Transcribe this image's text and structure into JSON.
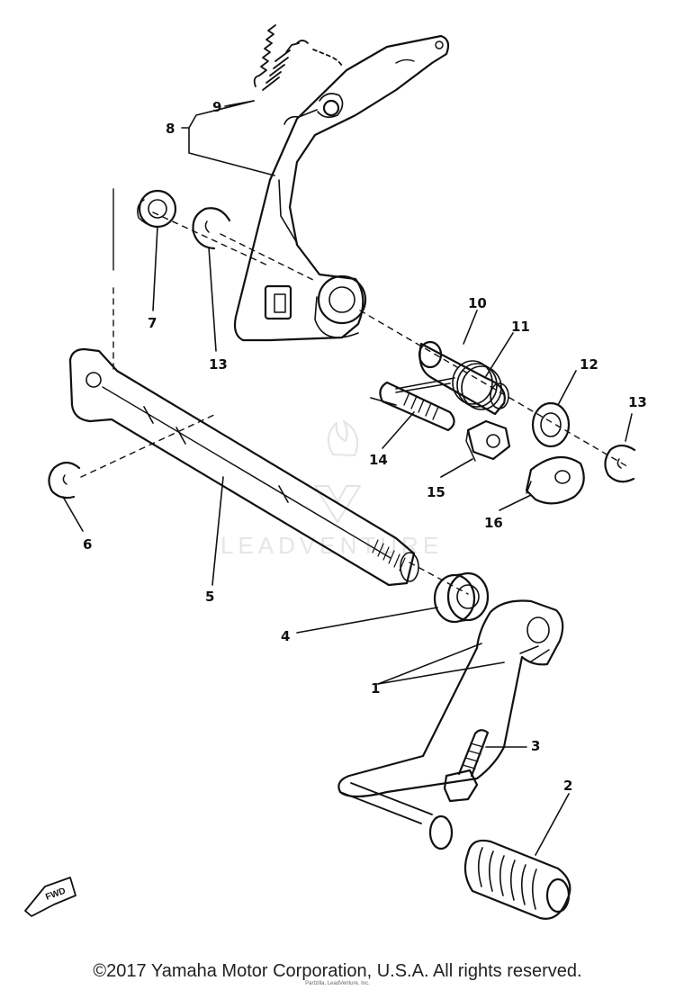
{
  "diagram": {
    "watermark_text": "LEADVENTURE",
    "callouts": [
      "1",
      "2",
      "3",
      "4",
      "5",
      "6",
      "7",
      "8",
      "9",
      "10",
      "11",
      "12",
      "13",
      "13",
      "14",
      "15",
      "16"
    ],
    "fwd_label": "FWD"
  },
  "footer": {
    "copyright": "©2017 Yamaha Motor Corporation, U.S.A. All rights reserved.",
    "small_note": "Partzilla, LeadVenture, Inc."
  }
}
